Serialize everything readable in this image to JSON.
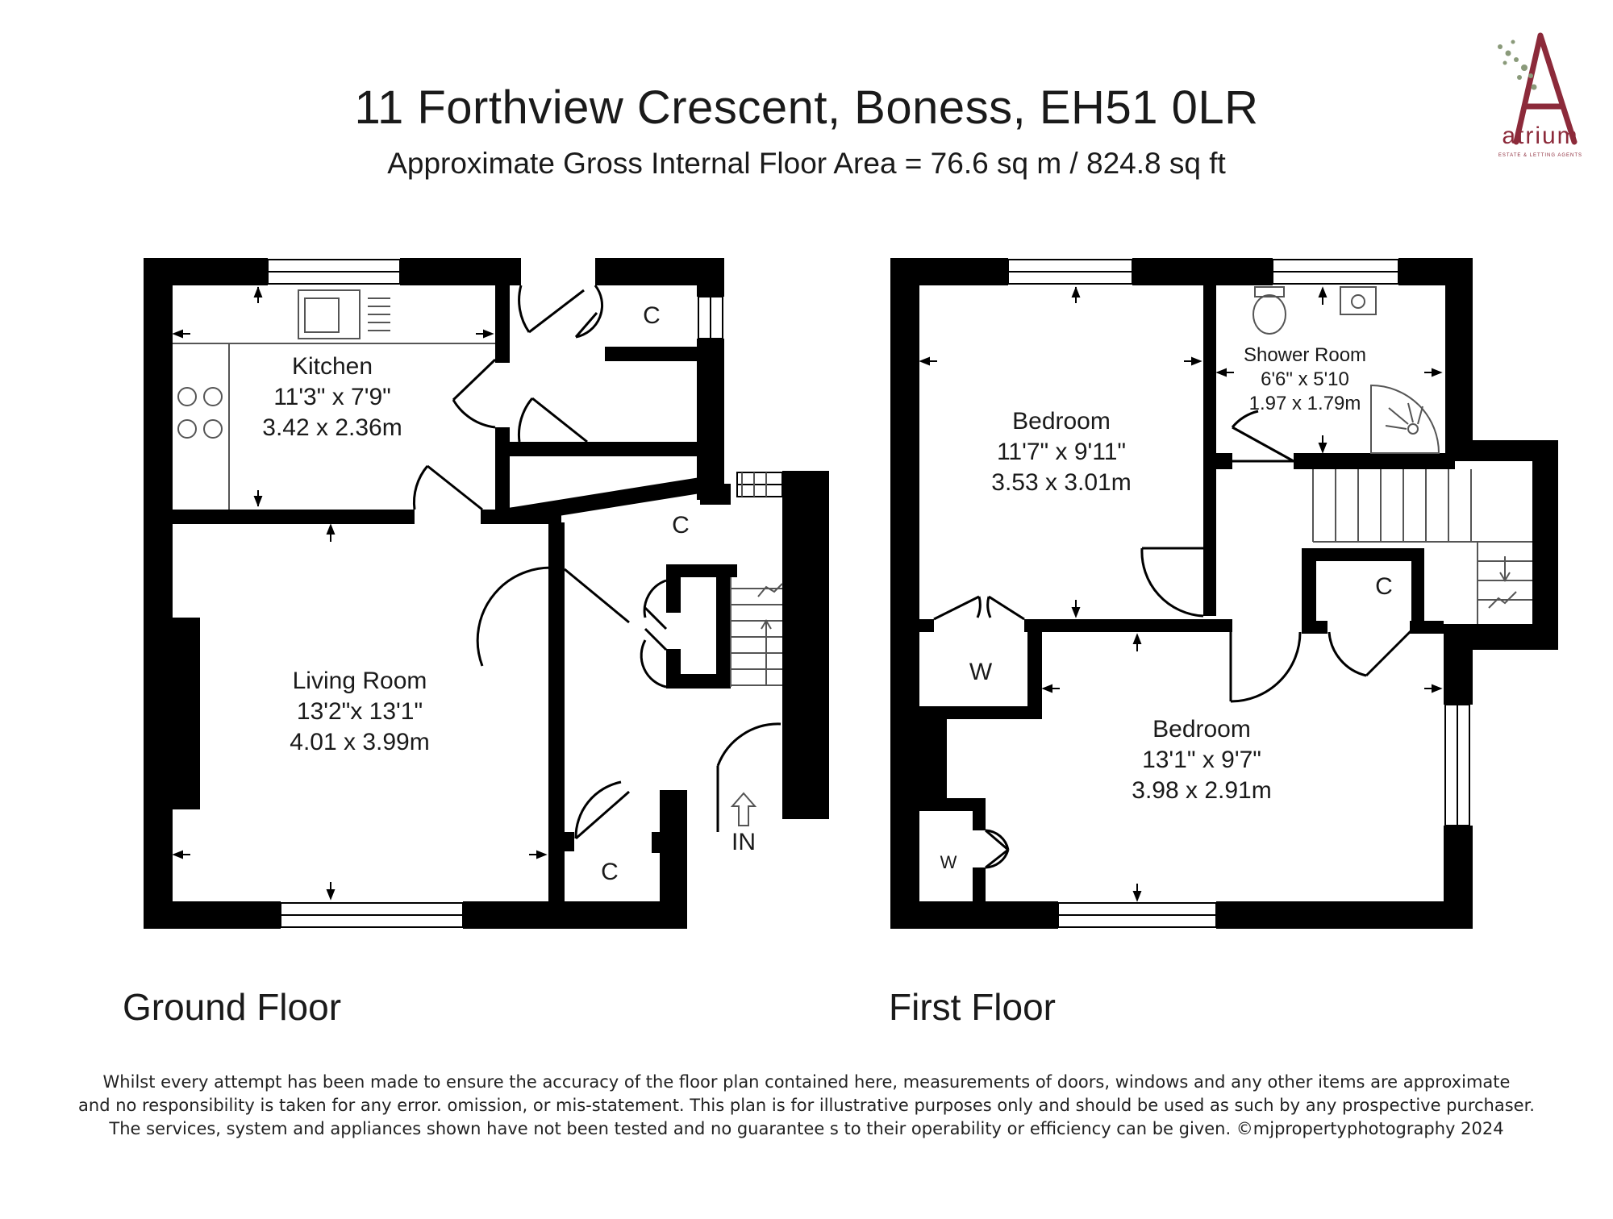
{
  "header": {
    "title": "11 Forthview Crescent, Boness, EH51 0LR",
    "subtitle": "Approximate Gross Internal Floor Area  =  76.6 sq m  / 824.8 sq ft"
  },
  "logo": {
    "word": "atrium",
    "tagline": "ESTATE & LETTING AGENTS",
    "colors": {
      "brand": "#8c2a3a",
      "leaf": "#8a9a7a"
    }
  },
  "ground_floor": {
    "label": "Ground Floor",
    "rooms": {
      "kitchen": {
        "name": "Kitchen",
        "imperial": "11'3\" x 7'9\"",
        "metric": "3.42 x 2.36m"
      },
      "living": {
        "name": "Living Room",
        "imperial": "13'2\"x 13'1\"",
        "metric": "4.01 x 3.99m"
      }
    },
    "cupboards": [
      "C",
      "C",
      "C"
    ],
    "entrance": "IN"
  },
  "first_floor": {
    "label": "First Floor",
    "rooms": {
      "bedroom1": {
        "name": "Bedroom",
        "imperial": "11'7\" x 9'11\"",
        "metric": "3.53 x 3.01m"
      },
      "shower": {
        "name": "Shower Room",
        "imperial": "6'6\" x 5'10",
        "metric": "1.97 x 1.79m"
      },
      "bedroom2": {
        "name": "Bedroom",
        "imperial": "13'1\" x 9'7\"",
        "metric": "3.98 x 2.91m"
      }
    },
    "cupboard": "C",
    "wardrobes": [
      "W",
      "W"
    ]
  },
  "disclaimer": {
    "line1": "Whilst every attempt has been made to ensure the accuracy of the floor plan contained here, measurements of doors, windows and any other items are approximate",
    "line2": "and no responsibility is taken for any error. omission, or mis-statement. This plan is for illustrative purposes only and should be used as such by any prospective purchaser.",
    "line3": "The services, system and appliances shown have not been  tested and no guarantee s to their operability or efficiency can be given.    ©mjpropertyphotography  2024"
  },
  "colors": {
    "wall": "#000000",
    "fixture": "#555555",
    "dim_line": "#000000",
    "background": "#ffffff"
  }
}
